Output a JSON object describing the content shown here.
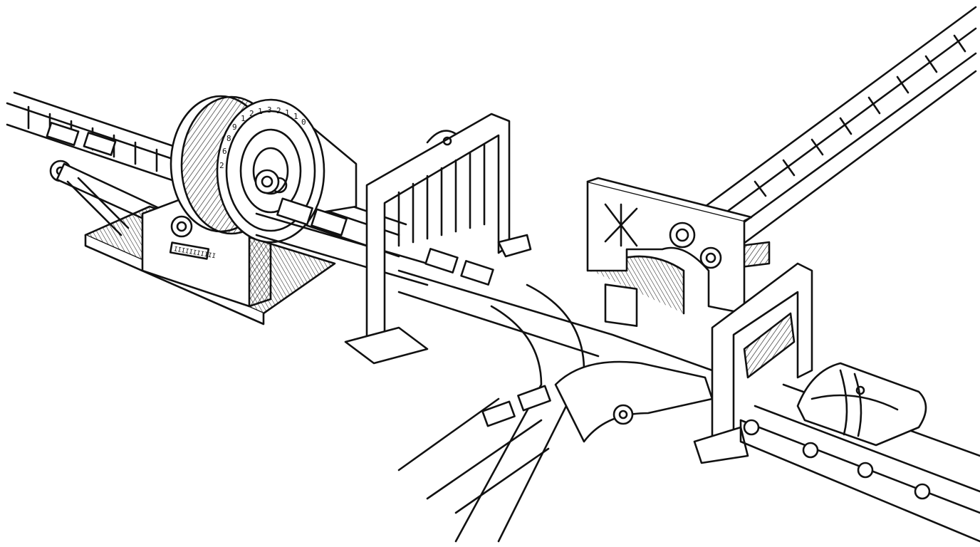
{
  "illustration": {
    "style": "black ink line engraving on white",
    "subject": "card conveyor sorting machine with dial wheel, gate frame, diverter junction and parcel belt",
    "ink_color": "#111111",
    "paper_color": "#ffffff"
  },
  "dial_wheel": {
    "digits": [
      "1",
      "2",
      "1",
      "3",
      "2",
      "1",
      "1",
      "0",
      "9",
      "8",
      "6",
      "2"
    ]
  },
  "machine_plate": {
    "label": "IIIIIIIIIII"
  },
  "panel_icons": [
    "crossed-box-icon",
    "large-gear-icon",
    "small-gear-icon"
  ],
  "parcel": {
    "description": "wrapped parcel tied with string"
  }
}
